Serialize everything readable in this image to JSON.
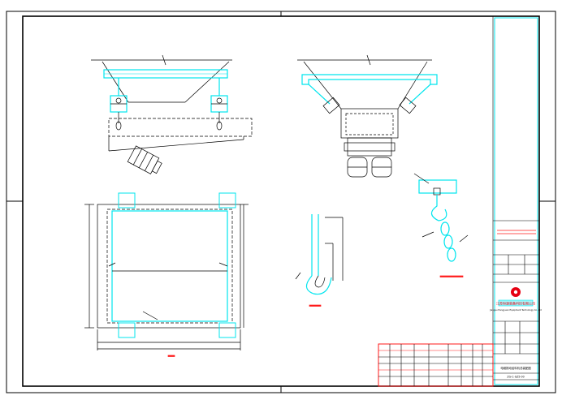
{
  "colors": {
    "paper": "#ffffff",
    "line": "#000000",
    "cyan": "#00e5ee",
    "red": "#ff1a1a",
    "logo_red": "#e60012"
  },
  "title_block": {
    "company_name": "江苏恒源装备科技有限公司",
    "company_name_en": "Jiangsu Hengyuan Equipment Technology Co.,Ltd",
    "project_name": "电磁振动给料机总装配图",
    "drawing_no": "ZG-C-GZ5-00"
  }
}
